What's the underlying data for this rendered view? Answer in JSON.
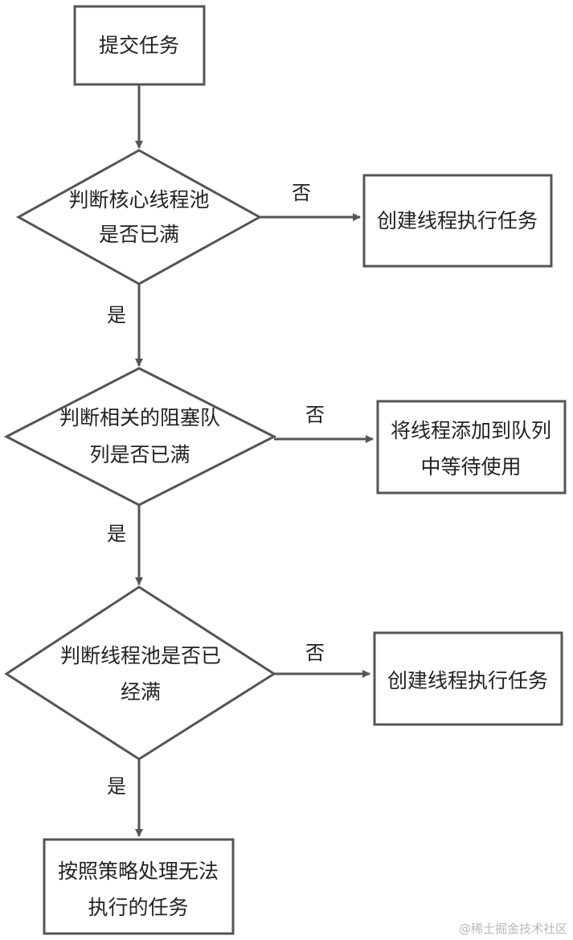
{
  "flowchart": {
    "start": {
      "label": "提交任务"
    },
    "decision_core": {
      "line1": "判断核心线程池",
      "line2": "是否已满"
    },
    "action_create_1": {
      "label": "创建线程执行任务"
    },
    "decision_queue": {
      "line1": "判断相关的阻塞队",
      "line2": "列是否已满"
    },
    "action_queue": {
      "line1": "将线程添加到队列",
      "line2": "中等待使用"
    },
    "decision_pool": {
      "line1": "判断线程池是否已",
      "line2": "经满"
    },
    "action_create_2": {
      "label": "创建线程执行任务"
    },
    "end": {
      "line1": "按照策略处理无法",
      "line2": "执行的任务"
    },
    "edge_labels": {
      "core_no": "否",
      "core_yes": "是",
      "queue_no": "否",
      "queue_yes": "是",
      "pool_no": "否",
      "pool_yes": "是"
    }
  },
  "watermark": "@稀土掘金技术社区",
  "colors": {
    "stroke": "#555555",
    "text": "#222222",
    "background": "#ffffff"
  }
}
